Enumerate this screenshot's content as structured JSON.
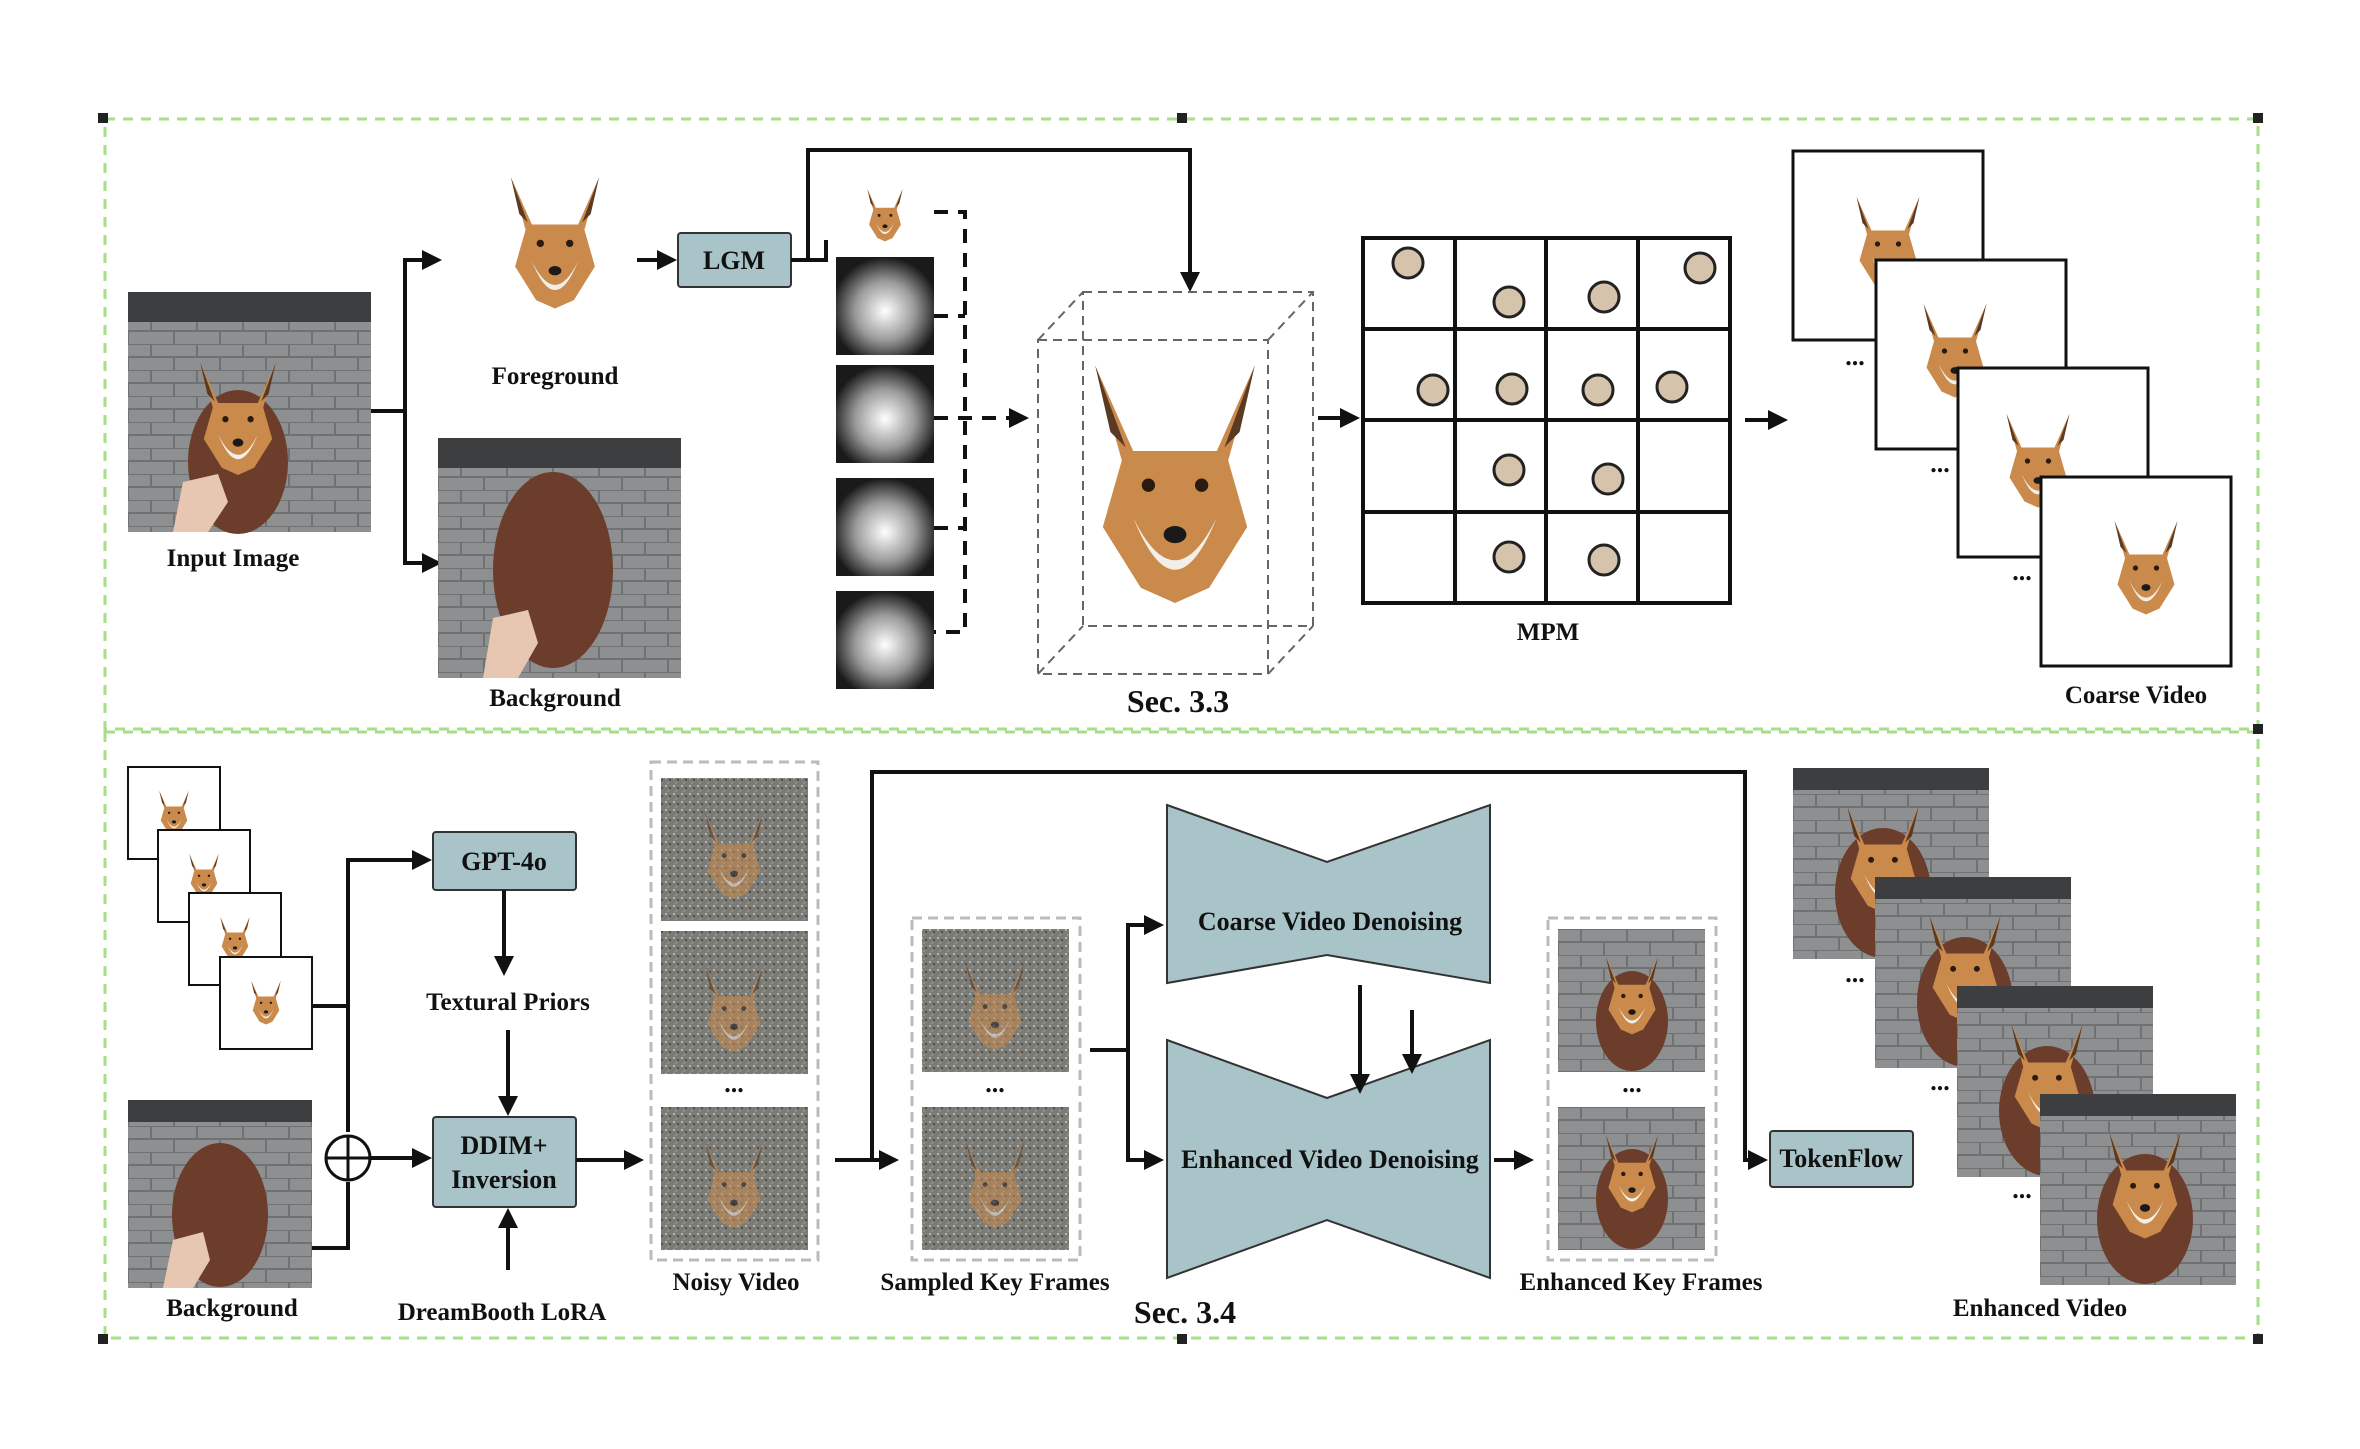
{
  "top_panel": {
    "input_label": "Input Image",
    "foreground_label": "Foreground",
    "background_label": "Background",
    "lgm_label": "LGM",
    "section_label": "Sec. 3.3",
    "mpm_label": "MPM",
    "coarse_video_label": "Coarse Video",
    "ellipsis": "..."
  },
  "bottom_panel": {
    "gpt_label": "GPT-4o",
    "textural_priors_label": "Textural Priors",
    "ddim_line1": "DDIM+",
    "ddim_line2": "Inversion",
    "dreambooth_label": "DreamBooth LoRA",
    "background_label": "Background",
    "noisy_video_label": "Noisy Video",
    "sampled_key_frames_label": "Sampled Key Frames",
    "section_label": "Sec. 3.4",
    "coarse_denoising_label": "Coarse Video Denoising",
    "enhanced_denoising_label": "Enhanced Video Denoising",
    "enhanced_key_frames_label": "Enhanced Key Frames",
    "tokenflow_label": "TokenFlow",
    "enhanced_video_label": "Enhanced Video",
    "ellipsis": "..."
  },
  "colors": {
    "box_fill": "#a9c4c8",
    "panel_border": "#a9dd8a",
    "particle_fill": "#d6c3ac",
    "brick": "#8a8c8e",
    "fur": "#c98a4b"
  }
}
